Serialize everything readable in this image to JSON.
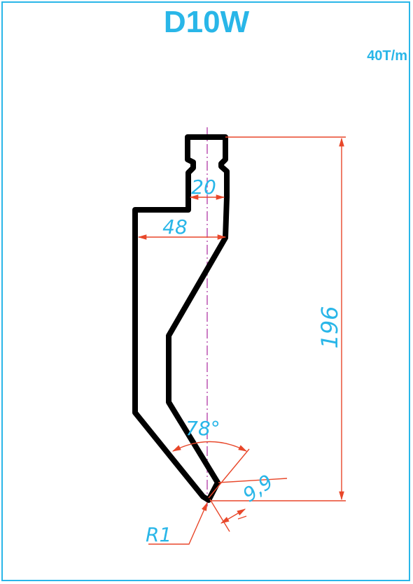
{
  "title": "D10W",
  "capacity": "40T/m",
  "dimensions": {
    "neck_width": "20",
    "body_width": "48",
    "height": "196",
    "angle": "78°",
    "tip_offset": "9,9",
    "radius": "R1"
  },
  "colors": {
    "accent": "#29b6e8",
    "dimension_lines": "#e8472a",
    "profile": "#000000",
    "centerline": "#b03aa6"
  }
}
